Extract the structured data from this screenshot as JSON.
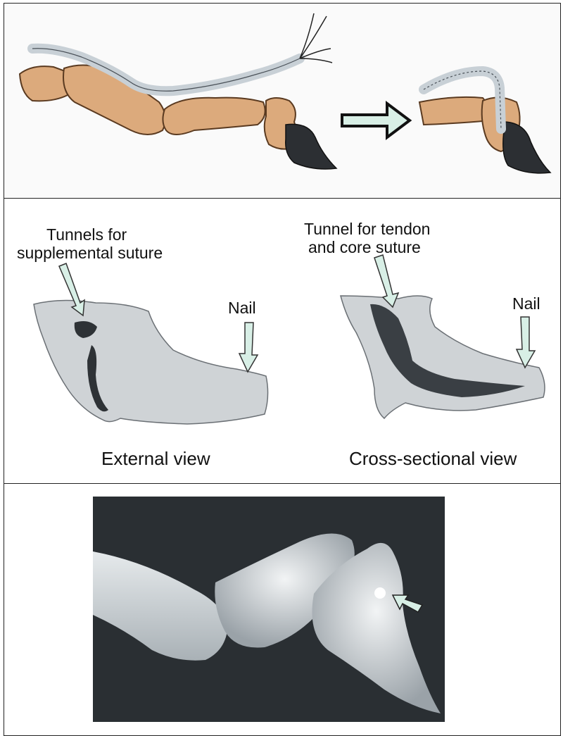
{
  "panel_b": {
    "left_callout_line1": "Tunnels for",
    "left_callout_line2": "supplemental suture",
    "left_nail": "Nail",
    "right_callout_line1": "Tunnel for tendon",
    "right_callout_line2": "and core suture",
    "right_nail": "Nail",
    "caption_left": "External view",
    "caption_right": "Cross-sectional view"
  },
  "colors": {
    "bone": "#dcaa7c",
    "bone_outline": "#5a3a20",
    "tendon": "#c8d0d6",
    "nail": "#2c2f33",
    "arrow_fill": "#d8efe6",
    "ct_gray": "#cfd3d6",
    "xray_bg": "#2a2f33"
  }
}
